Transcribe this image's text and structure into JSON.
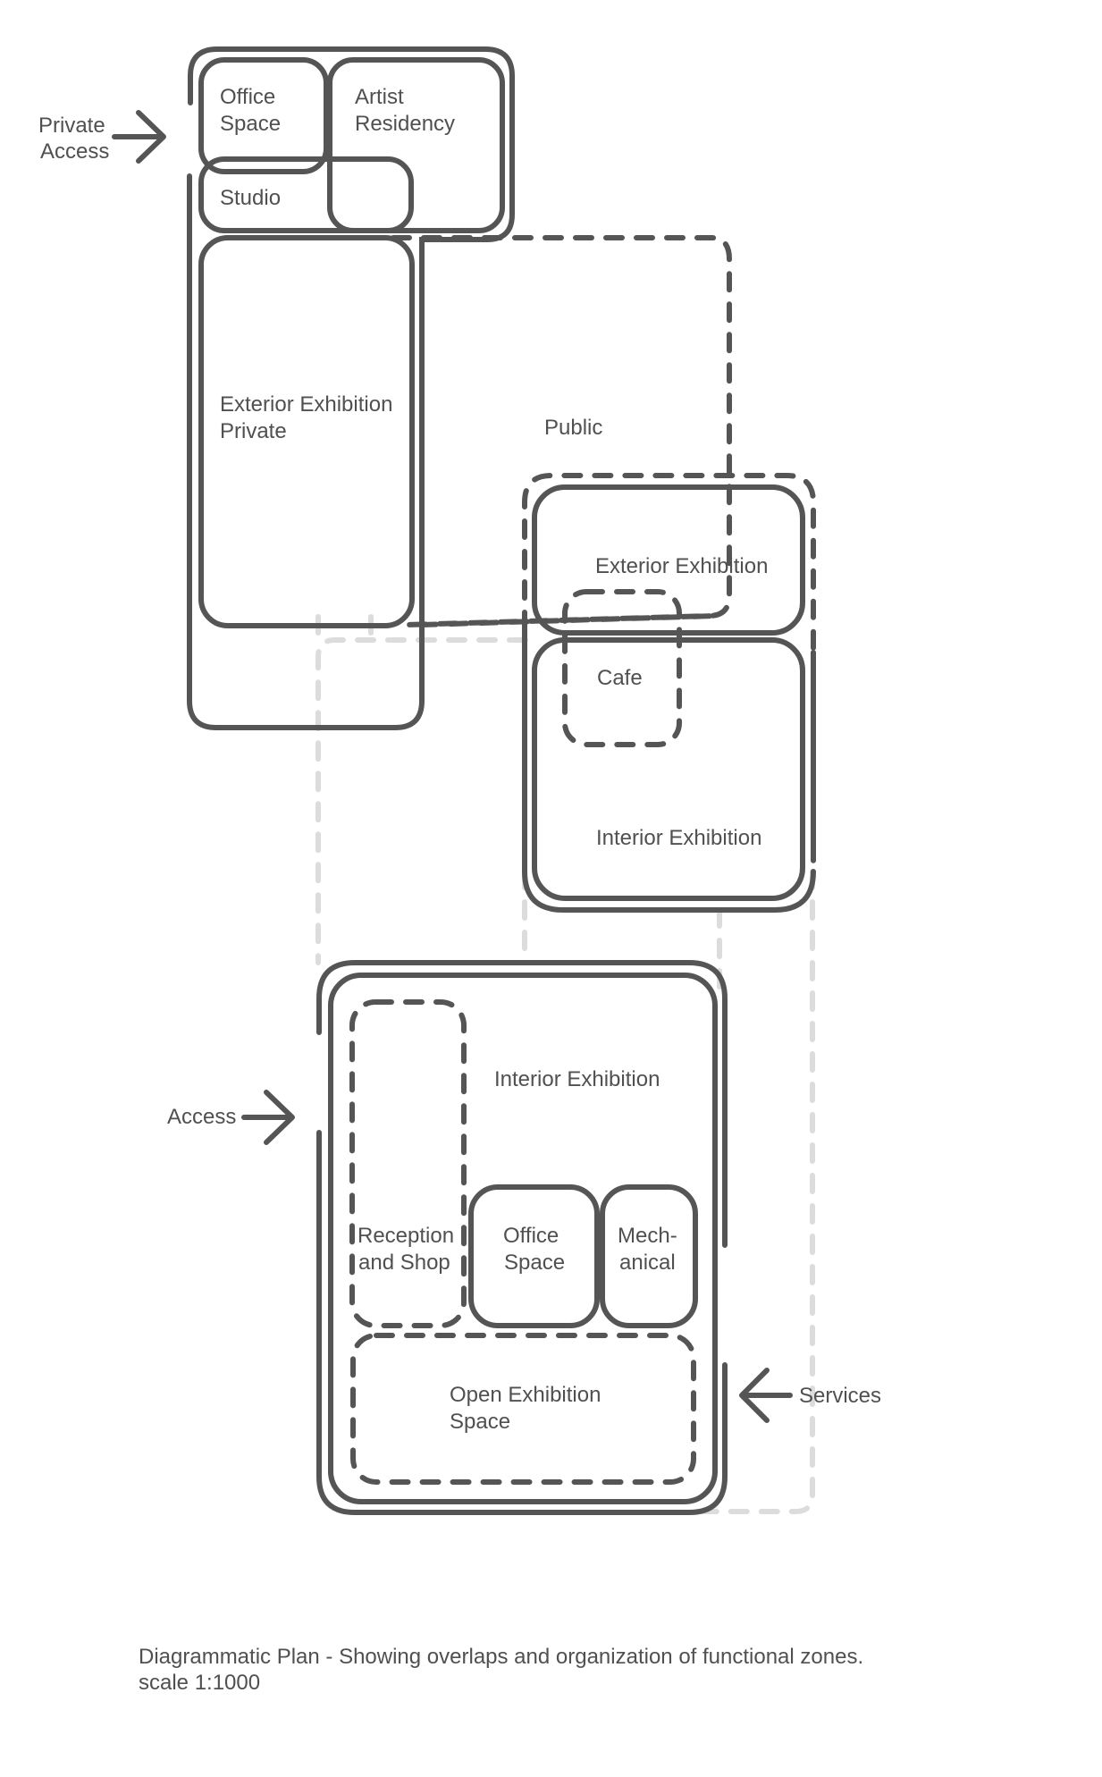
{
  "diagram": {
    "title": "Diagrammatic Plan - Showing overlaps and organization of functional zones.",
    "scale": "scale 1:1000",
    "line_color": "#555555",
    "secondary_line_color": "#dcdcdc",
    "text_color": "#505050",
    "access_points": {
      "private_access": [
        "Private",
        "Access"
      ],
      "access": "Access",
      "services": "Services"
    },
    "private_block": {
      "zones": {
        "office_space": [
          "Office",
          "Space"
        ],
        "artist_residency": [
          "Artist",
          "Residency"
        ],
        "studio": "Studio",
        "exterior_exhibition_private": [
          "Exterior Exhibition",
          "Private"
        ]
      }
    },
    "public_zone": {
      "label": "Public"
    },
    "middle_block": {
      "zones": {
        "exterior_exhibition": "Exterior Exhibition",
        "cafe": "Cafe",
        "interior_exhibition": "Interior Exhibition"
      }
    },
    "lower_block": {
      "zones": {
        "interior_exhibition": "Interior Exhibition",
        "reception_and_shop": [
          "Reception",
          "and Shop"
        ],
        "office_space": [
          "Office",
          "Space"
        ],
        "mechanical": [
          "Mech-",
          "anical"
        ],
        "open_exhibition_space": [
          "Open Exhibition",
          "Space"
        ]
      }
    }
  }
}
